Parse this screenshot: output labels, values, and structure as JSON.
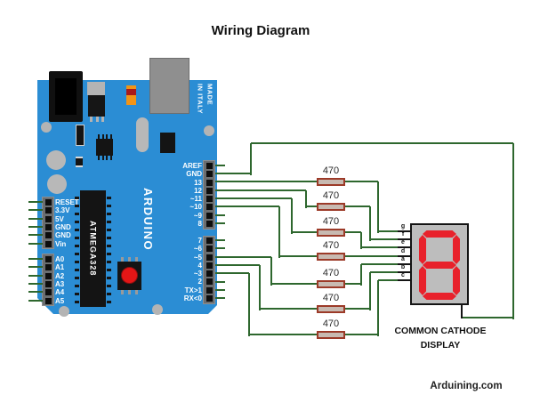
{
  "title": "Wiring Diagram",
  "watermark": "Arduining.com",
  "board": {
    "name": "ARDUINO",
    "made_in_line1": "MADE",
    "made_in_line2": "IN ITALY",
    "chip": "ATMEGA328",
    "right_pins_top": [
      "AREF",
      "GND",
      "13",
      "12",
      "~11",
      "~10",
      "~9",
      "8"
    ],
    "right_pins_bottom": [
      "7",
      "~6",
      "~5",
      "4",
      "~3",
      "2",
      "TX>1",
      "RX<0"
    ],
    "left_pins_power": [
      "RESET",
      "3.3V",
      "5V",
      "GND",
      "GND",
      "Vin"
    ],
    "left_pins_analog": [
      "A0",
      "A1",
      "A2",
      "A3",
      "A4",
      "A5"
    ]
  },
  "resistors": {
    "value": "470",
    "count": 7
  },
  "display": {
    "digit": "8",
    "segment_labels": [
      "g",
      "f",
      "e",
      "d",
      "a",
      "b",
      "c"
    ],
    "caption_line1": "COMMON CATHODE",
    "caption_line2": "DISPLAY"
  },
  "connections": [
    {
      "pin": "GND",
      "segment": "common-cathode"
    },
    {
      "pin": "13",
      "resistor": "470",
      "segment": "g"
    },
    {
      "pin": "12",
      "resistor": "470",
      "segment": "f"
    },
    {
      "pin": "~11",
      "resistor": "470",
      "segment": "e"
    },
    {
      "pin": "~10",
      "resistor": "470",
      "segment": "d"
    },
    {
      "pin": "~5",
      "resistor": "470",
      "segment": "a"
    },
    {
      "pin": "4",
      "resistor": "470",
      "segment": "b"
    },
    {
      "pin": "~3",
      "resistor": "470",
      "segment": "c"
    }
  ],
  "colors": {
    "board_blue": "#2b8dd4",
    "wire_green": "#2e672e",
    "resistor_body": "#c8bab1",
    "resistor_border": "#9c3a28",
    "display_body": "#bdbdbd",
    "segment_red": "#e8212b"
  }
}
